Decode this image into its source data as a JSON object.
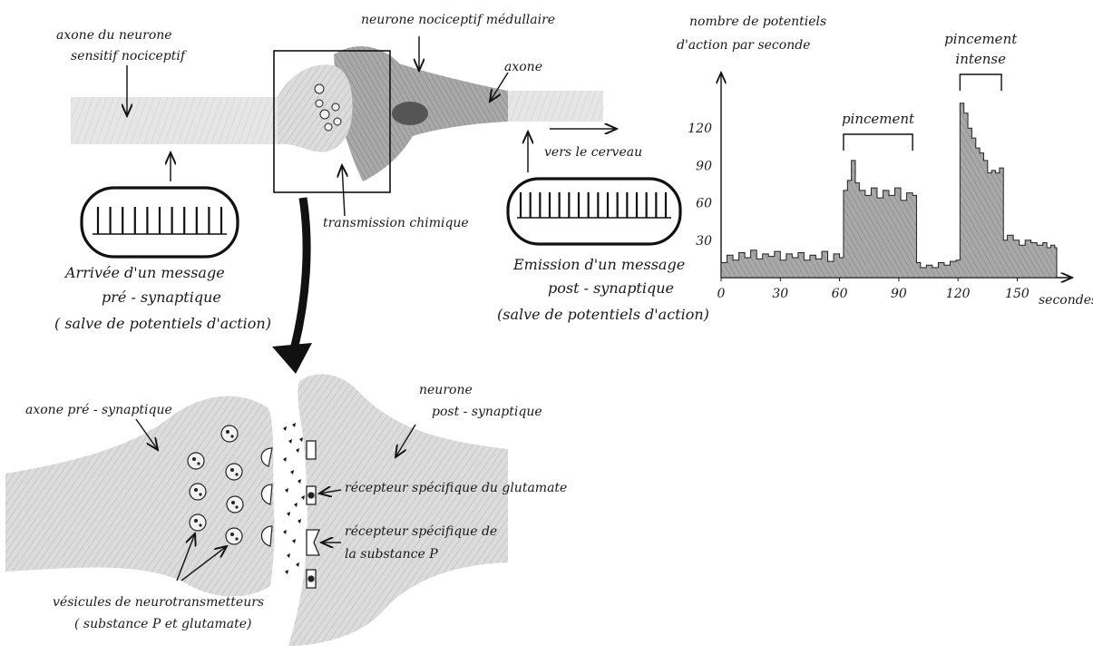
{
  "top": {
    "label_axone_sensitif": [
      "axone du neurone",
      "sensitif nociceptif"
    ],
    "label_neurone_medullaire": "neurone nociceptif médullaire",
    "label_axone": "axone",
    "label_vers_cerveau": "vers le cerveau",
    "label_transmission": "transmission chimique",
    "label_arrivee": [
      "Arrivée d'un message",
      "pré - synaptique",
      "( salve de potentiels d'action)"
    ],
    "label_emission": [
      "Emission d'un message",
      "post - synaptique",
      "(salve de potentiels d'action)"
    ],
    "spikes_pre": 11,
    "spikes_post": 16
  },
  "bottom": {
    "label_axone_pre": "axone pré - synaptique",
    "label_neurone_post": [
      "neurone",
      "post - synaptique"
    ],
    "label_recepteur_glutamate": "récepteur spécifique du glutamate",
    "label_recepteur_substance": [
      "récepteur spécifique de",
      "la substance P"
    ],
    "label_vesicules": [
      "vésicules de neurotransmetteurs",
      "( substance P et glutamate)"
    ]
  },
  "chart_data": {
    "type": "line",
    "ylabel": [
      "nombre de potentiels",
      "d'action par seconde"
    ],
    "xlabel": "secondes",
    "x_ticks": [
      "0",
      "30",
      "60",
      "90",
      "120",
      "150"
    ],
    "y_ticks": [
      "30",
      "60",
      "90",
      "120"
    ],
    "xlim": [
      0,
      170
    ],
    "ylim": [
      0,
      150
    ],
    "annotations": [
      {
        "text": "pincement",
        "x_start": 62,
        "x_end": 97
      },
      {
        "text": [
          "pincement",
          "intense"
        ],
        "x_start": 121,
        "x_end": 142
      }
    ],
    "x": [
      0,
      3,
      6,
      9,
      12,
      15,
      18,
      21,
      24,
      27,
      30,
      33,
      36,
      39,
      42,
      45,
      48,
      51,
      54,
      57,
      60,
      62,
      64,
      66,
      68,
      70,
      73,
      76,
      79,
      82,
      85,
      88,
      91,
      94,
      97,
      99,
      101,
      104,
      107,
      110,
      113,
      116,
      119,
      121,
      123,
      125,
      127,
      129,
      131,
      133,
      135,
      137,
      139,
      141,
      143,
      145,
      148,
      151,
      154,
      157,
      160,
      163,
      165,
      167,
      169
    ],
    "values": [
      12,
      18,
      14,
      20,
      16,
      22,
      15,
      19,
      17,
      21,
      14,
      19,
      16,
      20,
      14,
      18,
      15,
      21,
      13,
      19,
      16,
      70,
      78,
      94,
      76,
      70,
      66,
      72,
      64,
      70,
      66,
      72,
      62,
      68,
      66,
      12,
      8,
      10,
      8,
      12,
      10,
      13,
      14,
      140,
      132,
      120,
      112,
      104,
      100,
      94,
      84,
      86,
      84,
      88,
      30,
      34,
      30,
      26,
      30,
      28,
      26,
      28,
      24,
      26,
      24
    ]
  }
}
